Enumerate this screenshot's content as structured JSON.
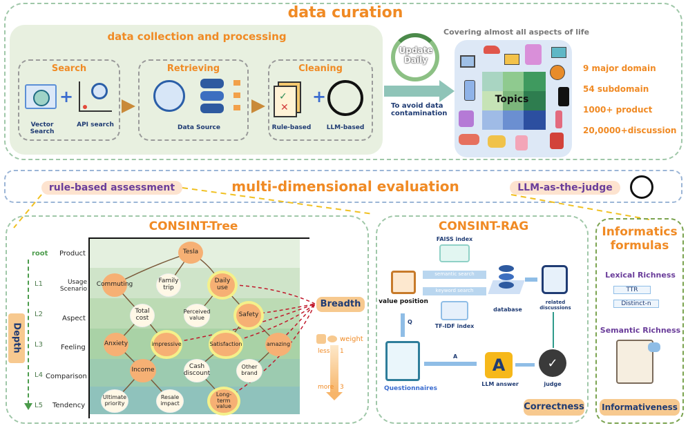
{
  "top": {
    "title": "data curation",
    "collection_title": "data collection and processing",
    "search": {
      "title": "Search",
      "vector": "Vector Search",
      "api": "API search"
    },
    "retrieving": {
      "title": "Retrieving",
      "source": "Data Source"
    },
    "cleaning": {
      "title": "Cleaning",
      "rule": "Rule-based",
      "llm": "LLM-based"
    },
    "update": "Update Daily",
    "avoid": "To avoid data contamination",
    "covering": "Covering almost all aspects of life",
    "topics": "Topics",
    "stats": [
      "9 major domain",
      "54 subdomain",
      "1000+ product",
      "20,0000+discussion"
    ]
  },
  "mid": {
    "title": "multi-dimensional evaluation",
    "left_pill": "rule-based assessment",
    "right_pill": "LLM-as-the-judge"
  },
  "tree": {
    "title": "CONSINT-Tree",
    "rows": [
      {
        "lvl": "root",
        "name": "Product"
      },
      {
        "lvl": "L1",
        "name": "Usage Scenario"
      },
      {
        "lvl": "L2",
        "name": "Aspect"
      },
      {
        "lvl": "L3",
        "name": "Feeling"
      },
      {
        "lvl": "L4",
        "name": "Comparison"
      },
      {
        "lvl": "L5",
        "name": "Tendency"
      }
    ],
    "depth": "Depth",
    "breadth": "Breadth",
    "weight": "weight",
    "less": "less",
    "more": "more",
    "w1": "1",
    "w3": "3",
    "nodes": {
      "tesla": "Tesla",
      "commuting": "Commuting",
      "family": "Family trip",
      "daily": "Daily use",
      "total": "Total cost",
      "perceived": "Perceived value",
      "safety": "Safety",
      "anxiety": "Anxiety",
      "impressive": "impressive",
      "satisfaction": "Satisfaction",
      "amazing": "amazing",
      "income": "Income",
      "cash": "Cash discount",
      "otherbrand": "Other brand",
      "ultimate": "Ultimate priority",
      "resale": "Resale impact",
      "longterm": "Long-term value"
    }
  },
  "rag": {
    "title": "CONSINT-RAG",
    "faiss": "FAISS index",
    "semantic": "semantic search",
    "keyword": "keyword search",
    "tfidf": "TF-IDF index",
    "database": "database",
    "related": "related discussions",
    "value_position": "value position",
    "q": "Q",
    "a": "A",
    "questionnaires": "Questionnaires",
    "llm_answer": "LLM answer",
    "judge": "judge",
    "correctness": "Correctness"
  },
  "info": {
    "title": "Informatics formulas",
    "lexical": "Lexical Richness",
    "ttr": "TTR",
    "distinct": "Distinct-n",
    "semantic": "Semantic Richness",
    "informativeness": "Informativeness"
  }
}
